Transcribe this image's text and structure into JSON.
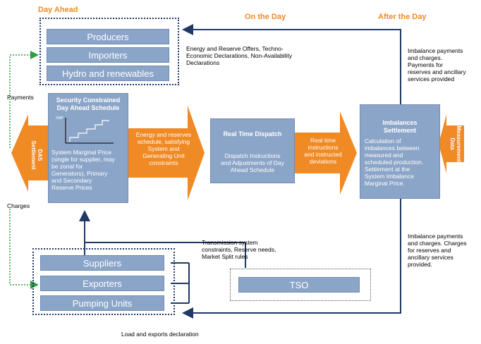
{
  "headers": {
    "day_ahead": "Day Ahead",
    "on_the_day": "On the Day",
    "after_the_day": "After the Day"
  },
  "top_group": {
    "items": [
      "Producers",
      "Importers",
      "Hydro and renewables"
    ]
  },
  "bottom_group": {
    "items": [
      "Suppliers",
      "Exporters",
      "Pumping Units"
    ]
  },
  "tso": "TSO",
  "das": {
    "label_line1": "DAS",
    "label_line2": "Settlement",
    "payments": "Payments",
    "charges": "Charges"
  },
  "scs": {
    "title_line1": "Security Constrained",
    "title_line2": "Day Ahead Schedule",
    "chart_label": "SMP",
    "body_lines": [
      "System Marginal Price",
      "(single for supplier, may",
      "be zonal for",
      "Generators), Primary",
      "and Secondary",
      "Reserve Prices"
    ]
  },
  "arrow1_lines": [
    "Energy and reserves",
    "schedule, satisfying",
    "System and",
    "Generating Unit",
    "constraints"
  ],
  "rtd": {
    "title": "Real Time Dispatch",
    "body_lines": [
      "Dispatch Instructions",
      "and Adjustments of Day",
      "Ahead Schedule"
    ]
  },
  "arrow2_lines": [
    "Real time",
    "instructions",
    "and instructed",
    "deviations"
  ],
  "imb": {
    "title_line1": "Imbalances",
    "title_line2": "Settlement",
    "body_lines": [
      "Calculation of",
      "imbalances between",
      "measured and",
      "scheduled production.",
      "Settlement at the",
      "System Imbalance",
      "Marginal Price."
    ]
  },
  "measurement": {
    "line1": "Measurement",
    "line2": "Data"
  },
  "notes": {
    "offers": [
      "Energy and Reserve Offers, Techno-",
      "Economic Declarations, Non-Availability",
      "Declarations"
    ],
    "imb_top": [
      "Imbalance payments",
      "and charges.",
      "Payments for",
      "reserves and ancillary",
      "services provided"
    ],
    "transmission": [
      "Transmission system",
      "constraints, Reserve needs,",
      "Market Split rules"
    ],
    "imb_bottom": [
      "Imbalance payments",
      "and charges. Charges",
      "for reserves and",
      "ancillary services",
      "provided."
    ],
    "load": "Load and exports declaration"
  },
  "colors": {
    "orange": "#f08a24",
    "blue_box": "#8ba5c8",
    "navy": "#1f3864",
    "green_dotted": "#2e9e3e"
  }
}
